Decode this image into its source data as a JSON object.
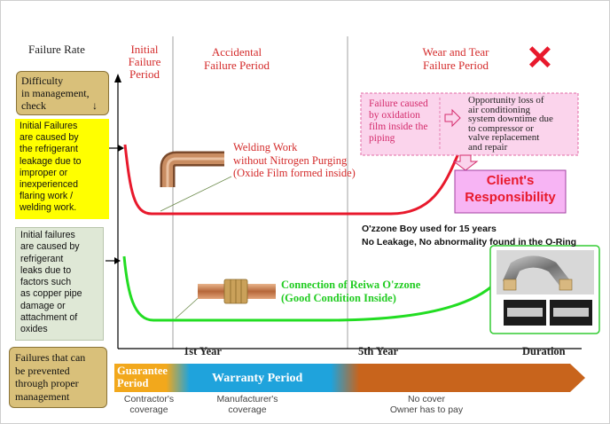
{
  "labels": {
    "y_axis": "Failure Rate",
    "initial_period": "Initial\nFailure\nPeriod",
    "accidental_period": "Accidental\nFailure Period",
    "wear_period": "Wear and Tear\nFailure Period",
    "difficulty": "Difficulty\nin management,\ncheck",
    "difficulty_arrow": "↓",
    "welding_note": "Welding Work\nwithout Nitrogen Purging\n(Oxide Film formed inside)",
    "reiwa_note": "Connection of Reiwa O'zzone\n(Good Condition Inside)",
    "oxidation_left": "Failure caused\nby oxidation\nfilm inside the\npiping",
    "oxidation_right": "Opportunity loss of\nair conditioning\nsystem downtime due\nto compressor or\nvalve replacement\nand repair",
    "client_responsibility": "Client's\nResponsibility",
    "ozzone_note_1": "O'zzone Boy used for 15 years",
    "ozzone_note_2": "No Leakage, No abnormality found in the O-Ring",
    "cross_mark": "✕",
    "initial_failures_yellow": "Initial Failures\nare caused by\nthe refrigerant\nleakage due to\nimproper or\ninexperienced\nflaring work /\nwelding work.",
    "initial_failures_green": "Initial failures\nare caused by\nrefrigerant\nleaks due to\nfactors such\nas copper pipe\ndamage or\nattachment of\noxides",
    "prevention": "Failures that can\nbe prevented\nthrough proper\nmanagement"
  },
  "timeline": {
    "year1": "1st Year",
    "year5": "5th Year",
    "duration": "Duration"
  },
  "coverage_bar": {
    "guarantee": "Guarantee\nPeriod",
    "warranty": "Warranty Period",
    "contractor": "Contractor's\ncoverage",
    "manufacturer": "Manufacturer's\ncoverage",
    "no_cover": "No cover\nOwner has to pay"
  },
  "colors": {
    "red_curve": "#e8192c",
    "green_curve": "#22dd22",
    "yellow_box": "#ffff00",
    "green_box": "#dfe8d6",
    "tan_box": "#d9c07a",
    "pink_box": "#fbd4ec",
    "client_box": "#f7b4f4",
    "guarantee_bar": "#f2a81c",
    "warranty_bar": "#1fa3dc",
    "owner_bar": "#c8641c"
  }
}
